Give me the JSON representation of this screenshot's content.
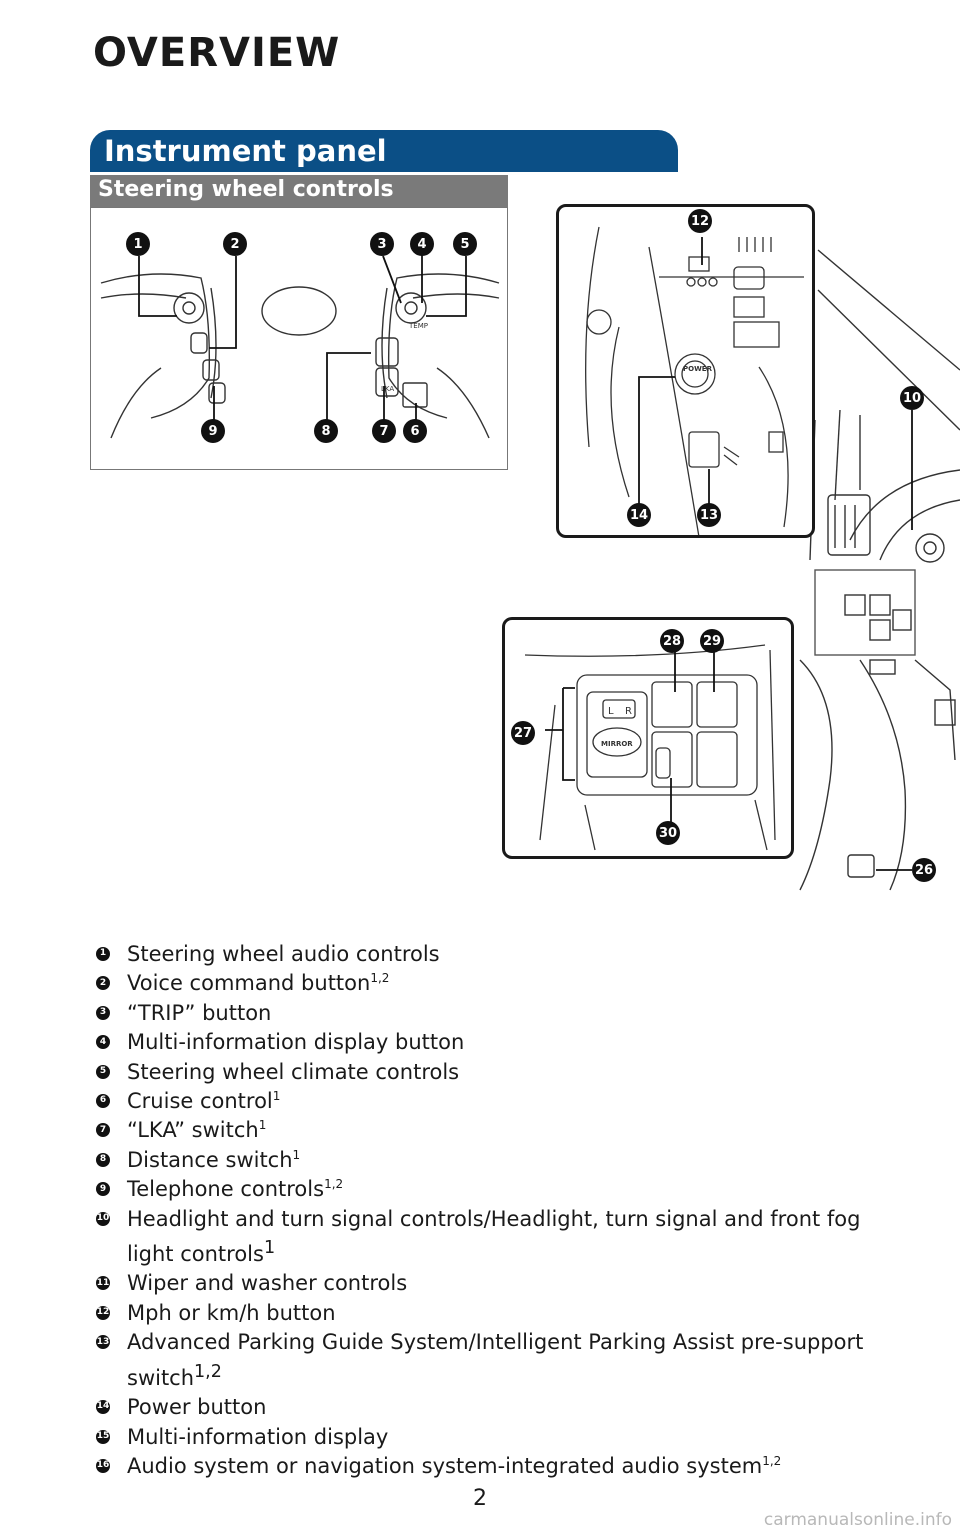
{
  "page_title": "OVERVIEW",
  "section_title": "Instrument panel",
  "subsection_title": "Steering wheel controls",
  "callouts": {
    "c1": "1",
    "c2": "2",
    "c3": "3",
    "c4": "4",
    "c5": "5",
    "c6": "6",
    "c7": "7",
    "c8": "8",
    "c9": "9",
    "c10": "10",
    "c12": "12",
    "c13": "13",
    "c14": "14",
    "c26": "26",
    "c27": "27",
    "c28": "28",
    "c29": "29",
    "c30": "30"
  },
  "diagram_labels": {
    "power": "POWER",
    "lka": "LKA",
    "mirror": "MIRROR",
    "l": "L",
    "r": "R",
    "temp": "TEMP"
  },
  "legend": [
    {
      "num": "1",
      "text": "Steering wheel audio controls",
      "sup": ""
    },
    {
      "num": "2",
      "text": "Voice command button",
      "sup": "1,2"
    },
    {
      "num": "3",
      "text": "“TRIP” button",
      "sup": ""
    },
    {
      "num": "4",
      "text": "Multi-information display button",
      "sup": ""
    },
    {
      "num": "5",
      "text": "Steering wheel climate controls",
      "sup": ""
    },
    {
      "num": "6",
      "text": "Cruise control",
      "sup": "1"
    },
    {
      "num": "7",
      "text": "“LKA” switch",
      "sup": "1"
    },
    {
      "num": "8",
      "text": "Distance switch",
      "sup": "1"
    },
    {
      "num": "9",
      "text": "Telephone controls",
      "sup": "1,2"
    },
    {
      "num": "10",
      "text": "Headlight and turn signal controls/Headlight, turn signal and front fog",
      "cont": "light controls",
      "sup": "1"
    },
    {
      "num": "11",
      "text": "Wiper and washer controls",
      "sup": ""
    },
    {
      "num": "12",
      "text": "Mph or km/h button",
      "sup": ""
    },
    {
      "num": "13",
      "text": "Advanced Parking Guide System/Intelligent Parking Assist pre-support",
      "cont": "switch",
      "sup": "1,2"
    },
    {
      "num": "14",
      "text": "Power button",
      "sup": ""
    },
    {
      "num": "15",
      "text": "Multi-information display",
      "sup": ""
    },
    {
      "num": "16",
      "text": "Audio system or navigation system-integrated audio system",
      "sup": "1,2"
    }
  ],
  "page_number": "2",
  "watermark": "carmanualsonline.info"
}
